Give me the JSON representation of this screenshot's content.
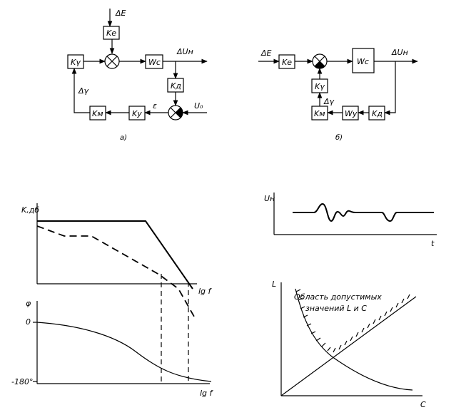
{
  "diagram_a": {
    "caption": "а)",
    "blocks": {
      "k_e": "Kе",
      "w_c": "Wс",
      "k_gamma": "Kγ",
      "k_d": "Kд",
      "k_m": "Kм",
      "k_y": "Kу"
    },
    "signals": {
      "delta_e": "ΔE",
      "delta_u": "ΔUн",
      "delta_gamma": "Δγ",
      "epsilon": "ε",
      "u0": "U₀"
    }
  },
  "diagram_b": {
    "caption": "б)",
    "blocks": {
      "k_e": "Kе",
      "w_c": "Wс",
      "k_gamma": "Kγ",
      "k_m": "Kм",
      "w_y": "Wу",
      "k_d": "Kд"
    },
    "signals": {
      "delta_e": "ΔE",
      "delta_u": "ΔUн",
      "delta_gamma": "Δγ"
    }
  },
  "bode": {
    "amp_ylabel": "K,дб",
    "amp_xlabel": "lg f",
    "phase_ylabel": "φ",
    "phase_xlabel": "lg f",
    "phase_tick_zero": "0",
    "phase_tick_min": "-180°"
  },
  "voltage_plot": {
    "ylabel": "Uн",
    "xlabel": "t"
  },
  "lc_plot": {
    "ylabel": "L",
    "xlabel": "C",
    "region_line1": "Область допустимых",
    "region_line2": "значений L и C"
  }
}
